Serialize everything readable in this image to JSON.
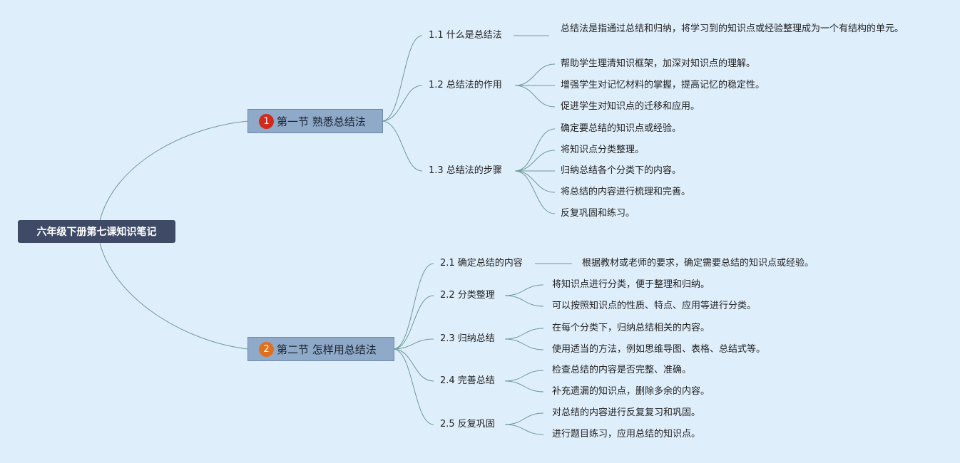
{
  "root": {
    "label": "六年级下册第七课知识笔记"
  },
  "sections": [
    {
      "badge": "1",
      "badge_color": "#d42a1c",
      "label": "第一节 熟悉总结法",
      "topics": [
        {
          "label": "1.1 什么是总结法",
          "leaves": [
            "总结法是指通过总结和归纳，将学习到的知识点或经验整理成为一个有结构的单元。"
          ]
        },
        {
          "label": "1.2 总结法的作用",
          "leaves": [
            "帮助学生理清知识框架，加深对知识点的理解。",
            "增强学生对记忆材料的掌握，提高记忆的稳定性。",
            "促进学生对知识点的迁移和应用。"
          ]
        },
        {
          "label": "1.3 总结法的步骤",
          "leaves": [
            "确定要总结的知识点或经验。",
            "将知识点分类整理。",
            "归纳总结各个分类下的内容。",
            "将总结的内容进行梳理和完善。",
            "反复巩固和练习。"
          ]
        }
      ]
    },
    {
      "badge": "2",
      "badge_color": "#e06f1f",
      "label": "第二节 怎样用总结法",
      "topics": [
        {
          "label": "2.1 确定总结的内容",
          "leaves": [
            "根据教材或老师的要求，确定需要总结的知识点或经验。"
          ]
        },
        {
          "label": "2.2 分类整理",
          "leaves": [
            "将知识点进行分类，便于整理和归纳。",
            "可以按照知识点的性质、特点、应用等进行分类。"
          ]
        },
        {
          "label": "2.3 归纳总结",
          "leaves": [
            "在每个分类下，归纳总结相关的内容。",
            "使用适当的方法，例如思维导图、表格、总结式等。"
          ]
        },
        {
          "label": "2.4 完善总结",
          "leaves": [
            "检查总结的内容是否完整、准确。",
            "补充遗漏的知识点，删除多余的内容。"
          ]
        },
        {
          "label": "2.5 反复巩固",
          "leaves": [
            "对总结的内容进行反复复习和巩固。",
            "进行题目练习，应用总结的知识点。"
          ]
        }
      ]
    }
  ],
  "colors": {
    "background": "#dfeefb",
    "root_fill": "#3f4b66",
    "section_fill": "#8fa9c8",
    "line": "#6e9a96"
  }
}
